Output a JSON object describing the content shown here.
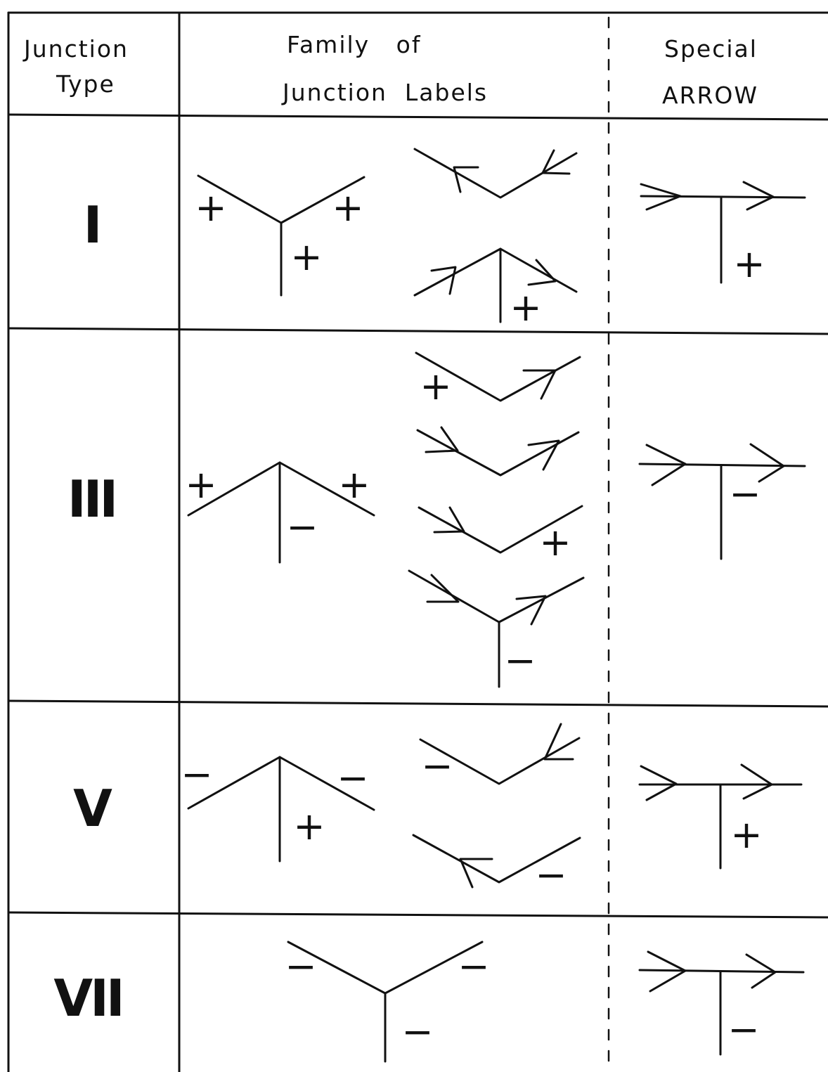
{
  "header": {
    "junction_type_line1": "Junction",
    "junction_type_line2": "Type",
    "family_line1": "Family   of",
    "family_line2": "Junction  Labels",
    "special_line1": "Special",
    "special_line2": "ARROW"
  },
  "rows": [
    {
      "label": "I"
    },
    {
      "label": "III"
    },
    {
      "label": "V"
    },
    {
      "label": "VII"
    }
  ],
  "symbols": {
    "plus": "+",
    "minus": "−"
  }
}
